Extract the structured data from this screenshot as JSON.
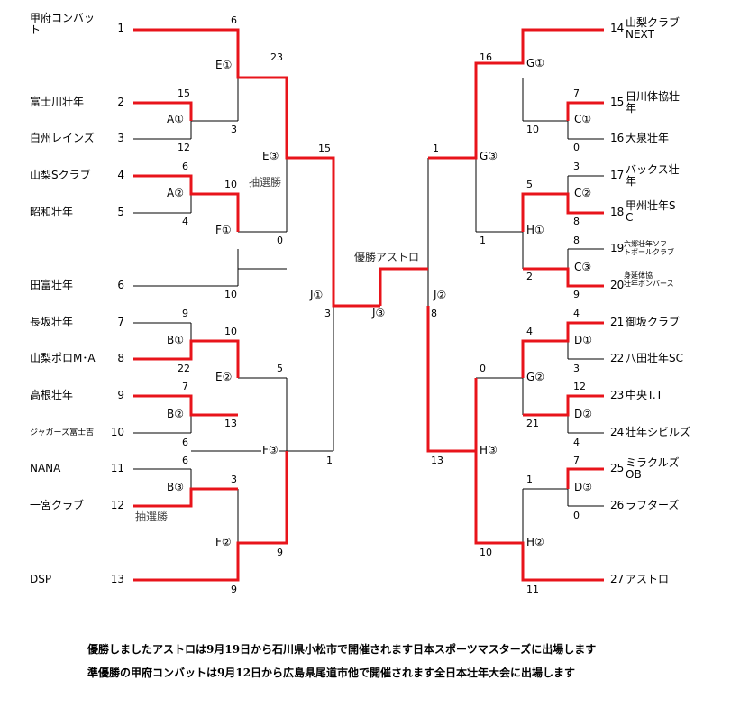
{
  "left_teams": [
    {
      "seed": "1",
      "name": "甲府コンバッ\nト"
    },
    {
      "seed": "2",
      "name": "富士川壮年"
    },
    {
      "seed": "3",
      "name": "白州レインズ"
    },
    {
      "seed": "4",
      "name": "山梨Sクラブ"
    },
    {
      "seed": "5",
      "name": "昭和壮年"
    },
    {
      "seed": "6",
      "name": "田富壮年"
    },
    {
      "seed": "7",
      "name": "長坂壮年"
    },
    {
      "seed": "8",
      "name": "山梨ポロM･A"
    },
    {
      "seed": "9",
      "name": "高根壮年"
    },
    {
      "seed": "10",
      "name": "ジャガーズ富士吉"
    },
    {
      "seed": "11",
      "name": "NANA"
    },
    {
      "seed": "12",
      "name": "一宮クラブ"
    },
    {
      "seed": "13",
      "name": "DSP"
    }
  ],
  "right_teams": [
    {
      "seed": "14",
      "name": "山梨クラブ\nNEXT"
    },
    {
      "seed": "15",
      "name": "日川体協壮\n年"
    },
    {
      "seed": "16",
      "name": "大泉壮年"
    },
    {
      "seed": "17",
      "name": "バックス壮\n年"
    },
    {
      "seed": "18",
      "name": "甲州壮年S\nC"
    },
    {
      "seed": "19",
      "name": "六郷壮年ソフ\nトボールクラブ"
    },
    {
      "seed": "20",
      "name": "身延体協\n壮年ボンバース"
    },
    {
      "seed": "21",
      "name": "御坂クラブ"
    },
    {
      "seed": "22",
      "name": "八田壮年SC"
    },
    {
      "seed": "23",
      "name": "中央T.T"
    },
    {
      "seed": "24",
      "name": "壮年シビルズ"
    },
    {
      "seed": "25",
      "name": "ミラクルズ\nOB"
    },
    {
      "seed": "26",
      "name": "ラフターズ"
    },
    {
      "seed": "27",
      "name": "アストロ"
    }
  ],
  "matches": [
    "E①",
    "A①",
    "A②",
    "F①",
    "E③",
    "B①",
    "E②",
    "B②",
    "F③",
    "B③",
    "F②",
    "J①",
    "J③",
    "J②",
    "G①",
    "C①",
    "G③",
    "C②",
    "H①",
    "C③",
    "D①",
    "G②",
    "D②",
    "H③",
    "D③",
    "H②"
  ],
  "scores": [
    "6",
    "23",
    "15",
    "3",
    "12",
    "6",
    "10",
    "4",
    "0",
    "10",
    "15",
    "9",
    "10",
    "22",
    "5",
    "7",
    "13",
    "6",
    "3",
    "6",
    "9",
    "9",
    "1",
    "3",
    "8",
    "13",
    "16",
    "7",
    "10",
    "0",
    "1",
    "3",
    "5",
    "8",
    "1",
    "8",
    "2",
    "9",
    "4",
    "4",
    "0",
    "3",
    "21",
    "12",
    "4",
    "1",
    "7",
    "0",
    "10",
    "11"
  ],
  "notes": {
    "lottery": "抽選勝",
    "champion": "優勝アストロ"
  },
  "footer": {
    "line1": "優勝しましたアストロは9月19日から石川県小松市で開催されます日本スポーツマスターズに出場します",
    "line2": "準優勝の甲府コンバットは9月12日から広島県尾道市他で開催されます全日本壮年大会に出場します"
  },
  "colors": {
    "winner_line": "#e8141b",
    "line": "#000000"
  }
}
